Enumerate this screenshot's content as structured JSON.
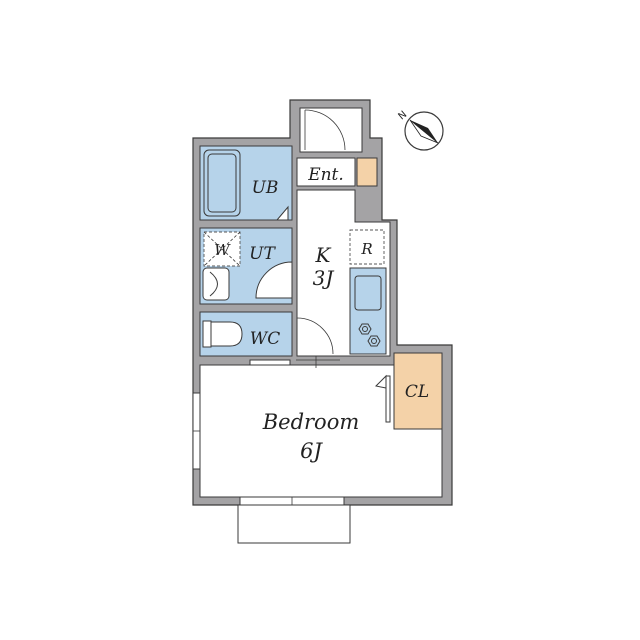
{
  "rooms": {
    "entrance": "Ent.",
    "unit_bath": "UB",
    "utility": "UT",
    "washer": "W",
    "toilet": "WC",
    "refrigerator": "R",
    "kitchen": "K",
    "kitchen_size": "3J",
    "closet": "CL",
    "bedroom": "Bedroom",
    "bedroom_size": "6J"
  },
  "compass": {
    "north_label": "N"
  },
  "colors": {
    "wall": "#a4a3a5",
    "wet_area": "#b6d3ea",
    "storage": "#f4d2a8"
  }
}
